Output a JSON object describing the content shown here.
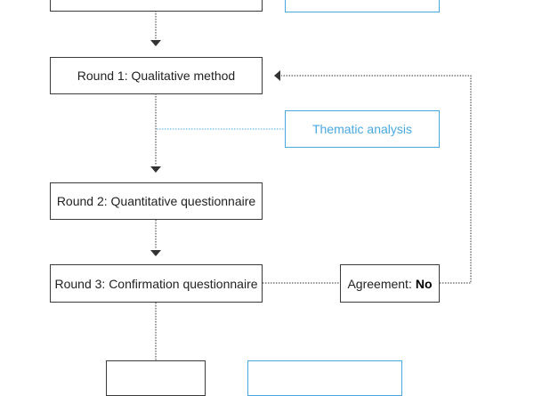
{
  "diagram": {
    "round1_label": "Round 1: Qualitative method",
    "thematic_analysis_label": "Thematic analysis",
    "round2_label": "Round 2: Quantitative questionnaire",
    "round3_label": "Round 3: Confirmation questionnaire",
    "agreement_label": "Agreement:",
    "agreement_value": "No"
  },
  "colors": {
    "box_border": "#3a3a3a",
    "accent_blue": "#4aa8e0",
    "arrow": "#333333"
  }
}
